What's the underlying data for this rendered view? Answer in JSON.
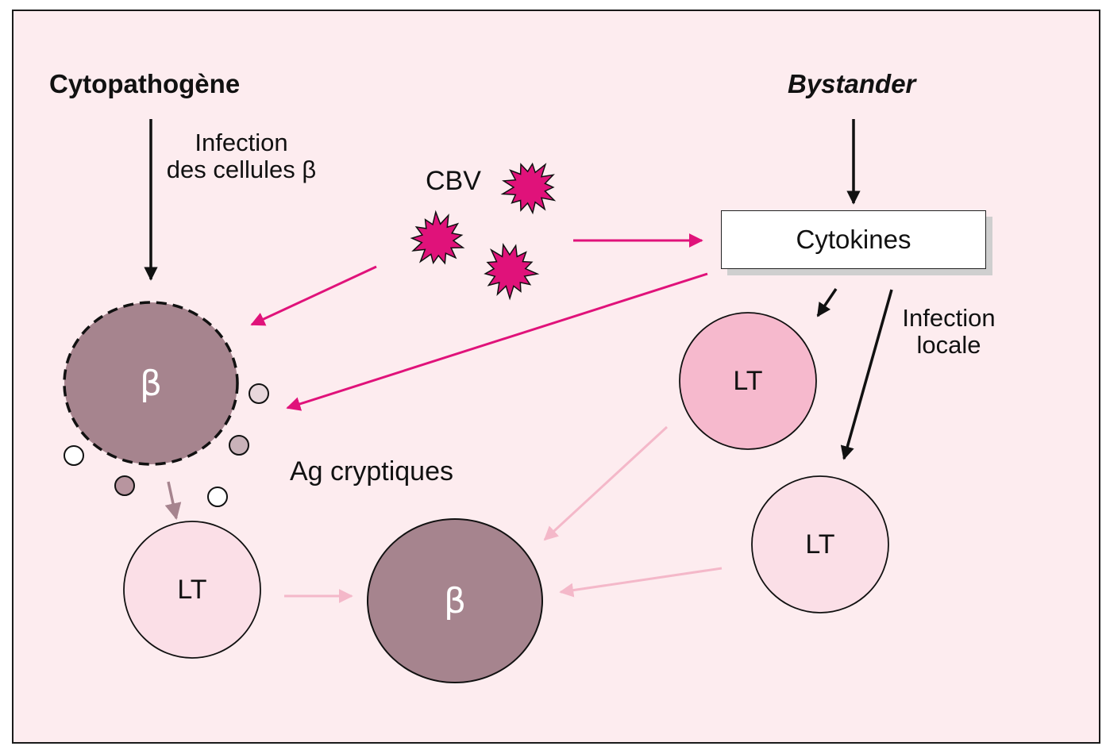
{
  "left_title": "Cytopathogène",
  "right_title": "Bystander",
  "infection_label_line1": "Infection",
  "infection_label_line2": "des cellules β",
  "virus_label": "CBV",
  "cytokines_label": "Cytokines",
  "local_infection_line1": "Infection",
  "local_infection_line2": "locale",
  "cryptic_antigens_label": "Ag cryptiques",
  "beta_cell_label": "β",
  "t_cell_label": "LT",
  "colors": {
    "background": "#fdecef",
    "magenta": "#e0127a",
    "beta_cell": "#a6848e",
    "t_cell_dark": "#f6b9cd",
    "t_cell_light": "#fbdfe7",
    "arrow_light_pink": "#f4b8c9",
    "arrow_mauve": "#a6848e"
  }
}
